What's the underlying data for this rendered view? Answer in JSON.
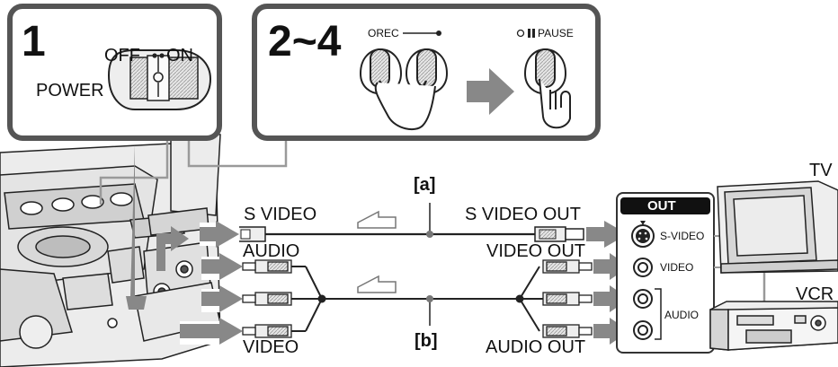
{
  "step1": {
    "number": "1",
    "switch_label": "POWER",
    "off_label": "OFF",
    "on_label": "ON"
  },
  "step2": {
    "number": "2~4",
    "rec_label": "OREC",
    "pause_label": "PAUSE"
  },
  "cables": {
    "a_tag": "[a]",
    "b_tag": "[b]",
    "s_video": "S VIDEO",
    "audio": "AUDIO",
    "video": "VIDEO",
    "s_video_out": "S VIDEO OUT",
    "video_out": "VIDEO OUT",
    "audio_out": "AUDIO OUT"
  },
  "panel": {
    "title": "OUT",
    "s_video_jack": "S-VIDEO",
    "video_jack": "VIDEO",
    "audio_jack": "AUDIO"
  },
  "devices": {
    "tv": "TV",
    "vcr": "VCR"
  }
}
